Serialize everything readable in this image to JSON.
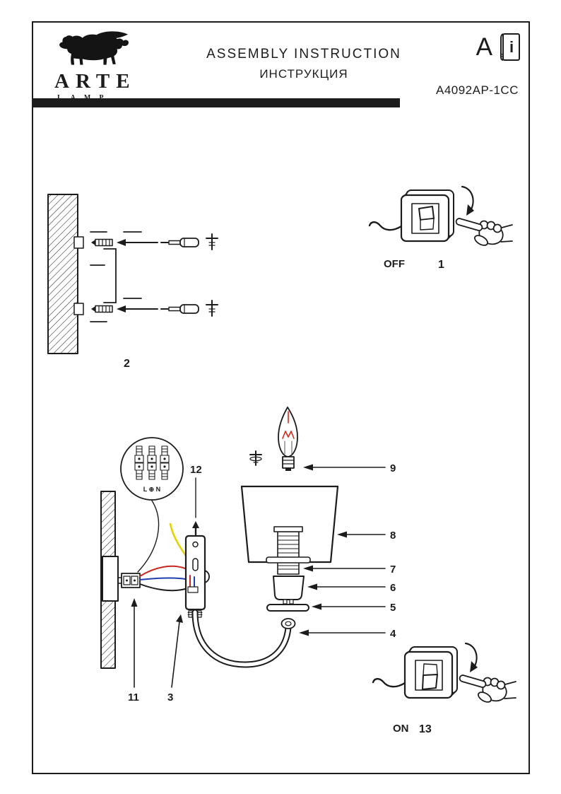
{
  "header": {
    "brand": "ARTE",
    "brand_sub": "LAMP",
    "title_line1": "ASSEMBLY  INSTRUCTION",
    "title_line2": "ИНСТРУКЦИЯ",
    "corner_letter": "A",
    "manual_icon_letter": "i",
    "model": "A4092AP-1CC"
  },
  "steps": {
    "s1": {
      "num": "1",
      "label": "OFF"
    },
    "s2": {
      "num": "2"
    },
    "s13": {
      "num": "13",
      "label": "ON"
    }
  },
  "parts": {
    "p3": "3",
    "p4": "4",
    "p5": "5",
    "p6": "6",
    "p7": "7",
    "p8": "8",
    "p9": "9",
    "p11": "11",
    "p12": "12"
  },
  "wiring": {
    "terminals_label": "L ⊕ N"
  },
  "colors": {
    "ink": "#1c1c1c",
    "filament": "#d42a1e",
    "wire_yellow": "#e6d200",
    "wire_red": "#c8281e",
    "wire_blue": "#1e3fae"
  }
}
